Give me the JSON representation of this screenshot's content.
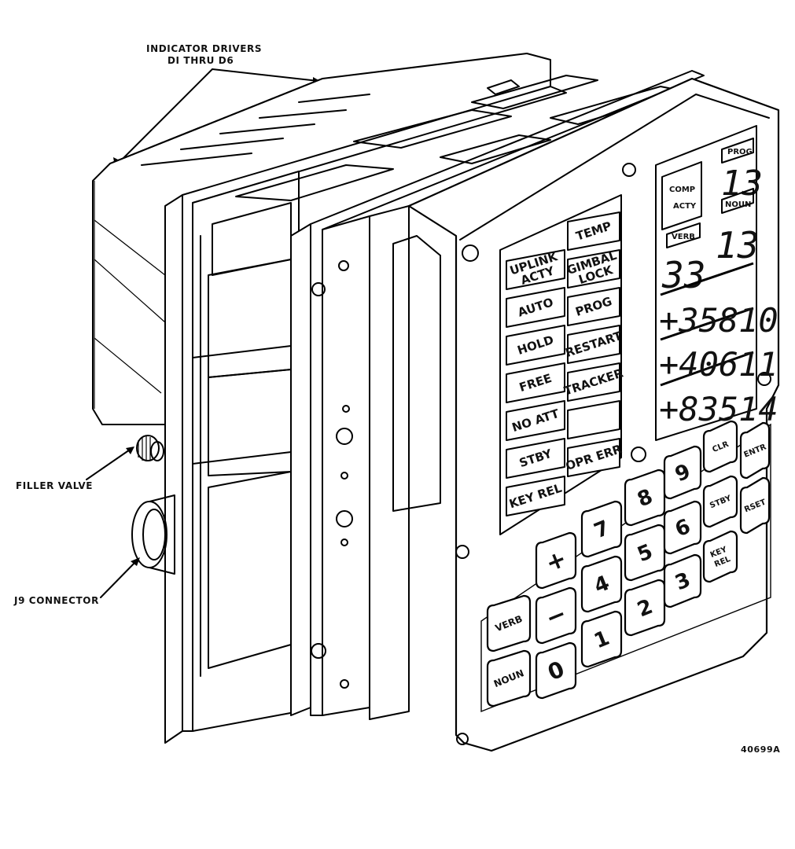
{
  "callouts": {
    "indicator_drivers_line1": "INDICATOR DRIVERS",
    "indicator_drivers_line2": "DI THRU D6",
    "filler_valve": "FILLER VALVE",
    "j9_connector": "J9 CONNECTOR",
    "figure_number": "40699A"
  },
  "lamps": {
    "left_column": [
      [
        "UPLINK",
        "ACTY"
      ],
      [
        "AUTO"
      ],
      [
        "HOLD"
      ],
      [
        "FREE"
      ],
      [
        "NO ATT"
      ],
      [
        "STBY"
      ],
      [
        "KEY REL"
      ]
    ],
    "right_column": [
      [
        "TEMP"
      ],
      [
        "GIMBAL",
        "LOCK"
      ],
      [
        "PROG"
      ],
      [
        "RESTART"
      ],
      [
        "TRACKER"
      ],
      [
        ""
      ],
      [
        "OPR ERR"
      ]
    ]
  },
  "display": {
    "comp_acty": [
      "COMP",
      "ACTY"
    ],
    "prog_label": "PROG",
    "verb_label": "VERB",
    "noun_label": "NOUN",
    "prog_value": "13",
    "verb_value": "33",
    "noun_value": "13",
    "register_1": "+35810",
    "register_2": "+40611",
    "register_3": "+83514"
  },
  "keys": {
    "verb": "VERB",
    "noun": "NOUN",
    "plus": "+",
    "minus": "−",
    "zero": "0",
    "one": "1",
    "two": "2",
    "three": "3",
    "four": "4",
    "five": "5",
    "six": "6",
    "seven": "7",
    "eight": "8",
    "nine": "9",
    "clr": "CLR",
    "stby": "STBY",
    "key_rel_line1": "KEY",
    "key_rel_line2": "REL",
    "entr": "ENTR",
    "rset": "RSET"
  },
  "colors": {
    "ink": "#000000",
    "paper": "#ffffff"
  }
}
